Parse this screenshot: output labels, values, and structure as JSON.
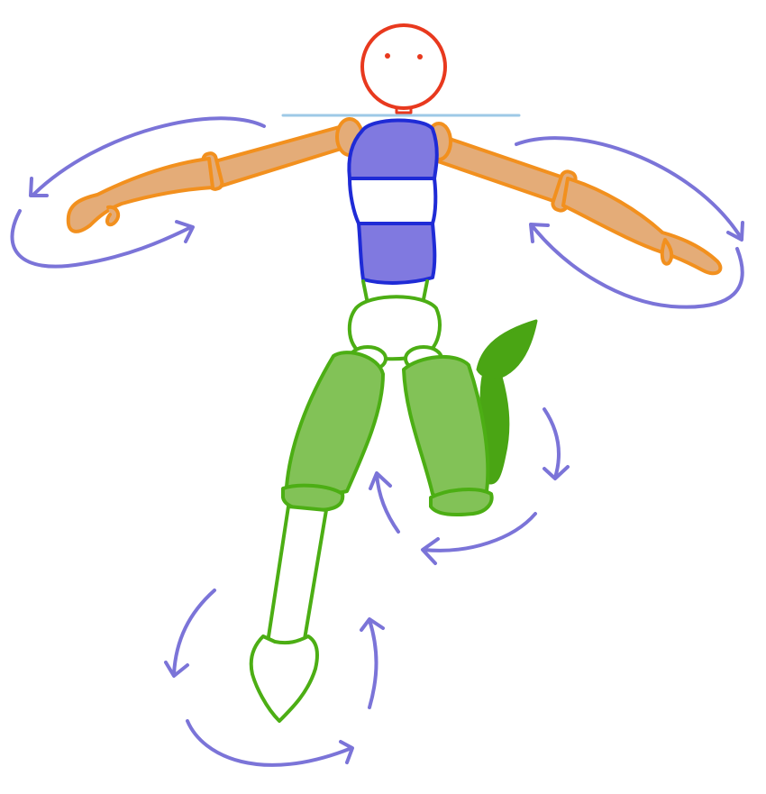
{
  "figure": {
    "subject": "puppet-rig-sketch",
    "colors": {
      "head": "#e8391e",
      "eyes": "#e8391e",
      "neck_line": "#9ec9e6",
      "arm_fill": "#e4ac78",
      "arm_stroke": "#f2901e",
      "torso_fill": "#8079e0",
      "torso_stroke": "#1f2bd6",
      "leg_fill": "#82c257",
      "leg_stroke": "#4cae14",
      "leg_white_fill": "#ffffff",
      "tail_fill": "#4aa514",
      "tail_stroke": "#4aa514",
      "rotation_arrow": "#7b74d8"
    },
    "parts": [
      "head",
      "neck",
      "torso",
      "left-arm",
      "right-arm",
      "pelvis",
      "left-thigh",
      "right-thigh",
      "left-shin",
      "left-foot",
      "tail"
    ],
    "rotation_indicators": [
      "left-arm-rotation",
      "right-arm-rotation",
      "tail-rotation",
      "foot-rotation"
    ]
  }
}
